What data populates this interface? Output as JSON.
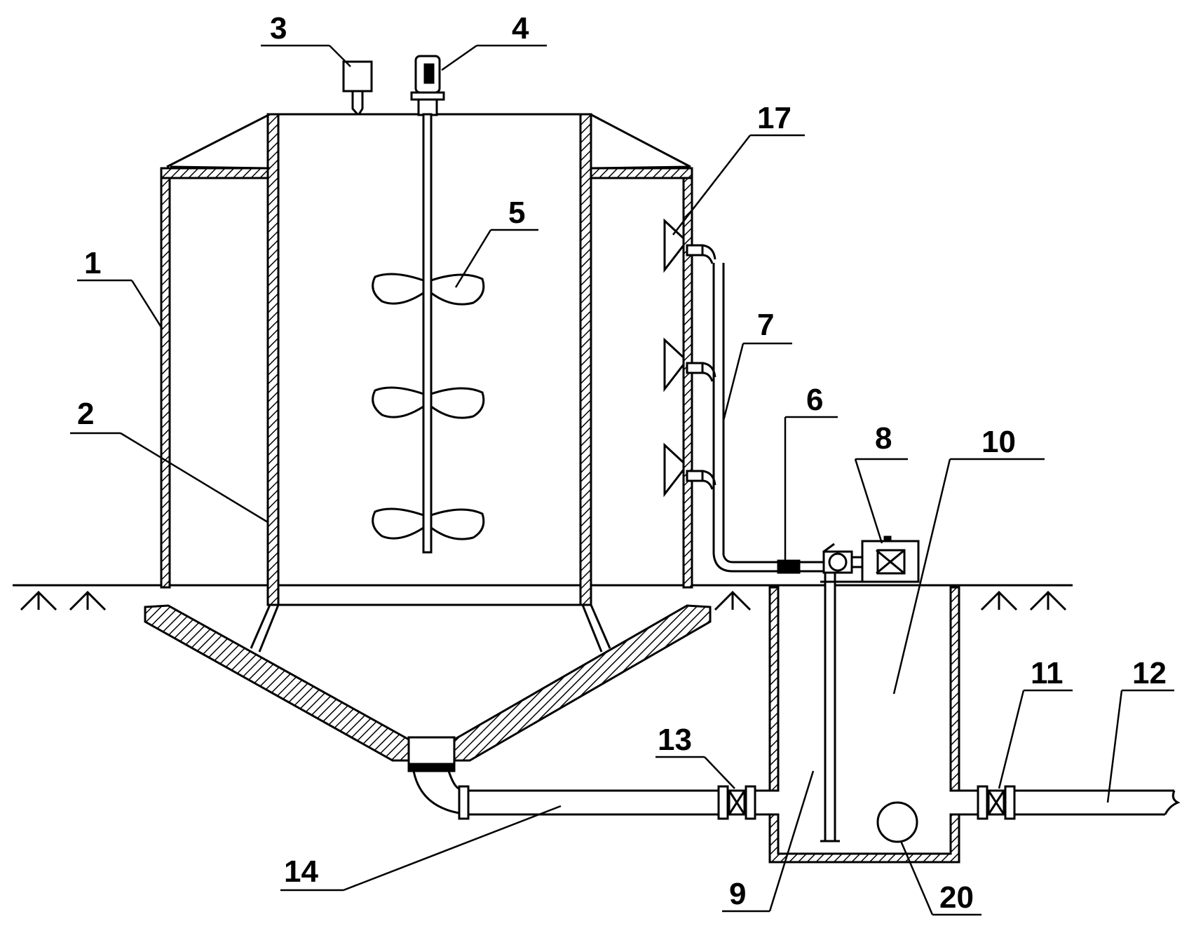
{
  "colors": {
    "line": "#000000",
    "background": "#ffffff"
  },
  "labels": {
    "n1": "1",
    "n2": "2",
    "n3": "3",
    "n4": "4",
    "n5": "5",
    "n6": "6",
    "n7": "7",
    "n8": "8",
    "n9": "9",
    "n10": "10",
    "n11": "11",
    "n12": "12",
    "n13": "13",
    "n14": "14",
    "n17": "17",
    "n20": "20"
  }
}
